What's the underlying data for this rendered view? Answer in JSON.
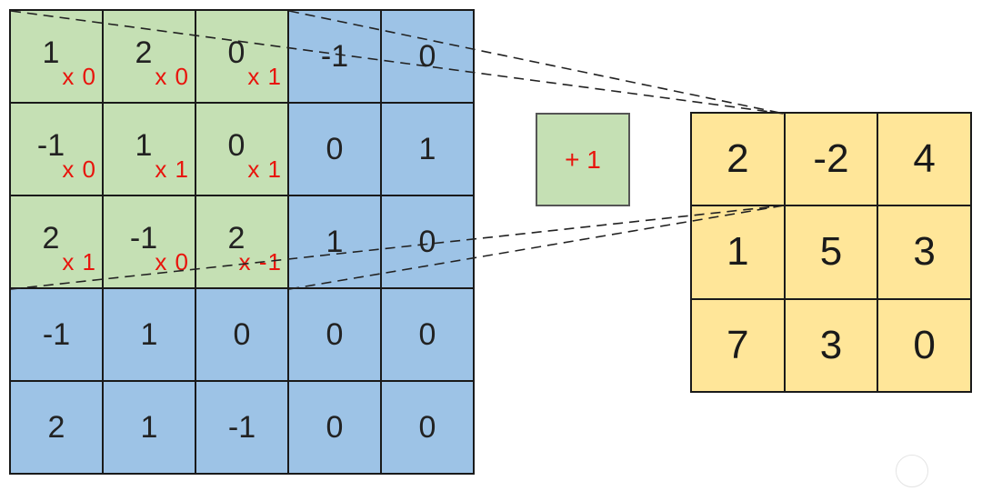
{
  "input_matrix": {
    "rows": [
      [
        {
          "value": "1",
          "weight": "x 0"
        },
        {
          "value": "2",
          "weight": "x 0"
        },
        {
          "value": "0",
          "weight": "x 1"
        },
        {
          "value": "-1"
        },
        {
          "value": "0"
        }
      ],
      [
        {
          "value": "-1",
          "weight": "x 0"
        },
        {
          "value": "1",
          "weight": "x 1"
        },
        {
          "value": "0",
          "weight": "x 1"
        },
        {
          "value": "0"
        },
        {
          "value": "1"
        }
      ],
      [
        {
          "value": "2",
          "weight": "x 1"
        },
        {
          "value": "-1",
          "weight": "x 0"
        },
        {
          "value": "2",
          "weight": "x -1"
        },
        {
          "value": "1"
        },
        {
          "value": "0"
        }
      ],
      [
        {
          "value": "-1"
        },
        {
          "value": "1"
        },
        {
          "value": "0"
        },
        {
          "value": "0"
        },
        {
          "value": "0"
        }
      ],
      [
        {
          "value": "2"
        },
        {
          "value": "1"
        },
        {
          "value": "-1"
        },
        {
          "value": "0"
        },
        {
          "value": "0"
        }
      ]
    ],
    "highlight_rows": 3,
    "highlight_cols": 3
  },
  "bias": {
    "label": "+ 1"
  },
  "output_matrix": {
    "rows": [
      [
        "2",
        "-2",
        "4"
      ],
      [
        "1",
        "5",
        "3"
      ],
      [
        "7",
        "3",
        "0"
      ]
    ]
  },
  "colors": {
    "input_cell": "#9dc3e6",
    "kernel_window": "#c5e0b4",
    "bias_box": "#c5e0b4",
    "output_cell": "#ffe699",
    "weight_text": "#e8140c",
    "grid_line": "#1a1a1a"
  }
}
